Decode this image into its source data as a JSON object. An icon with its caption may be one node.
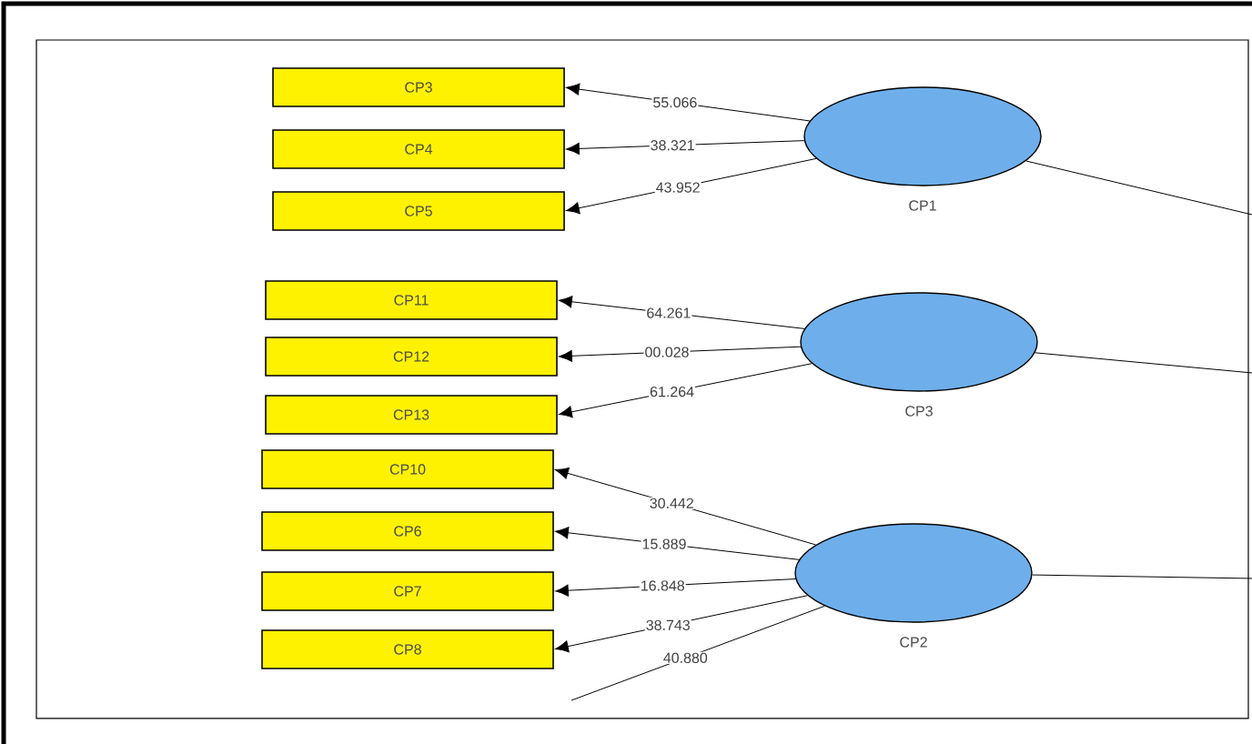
{
  "diagram": {
    "nodes": [
      {
        "text": [
          "CP3"
        ]
      },
      {
        "text": [
          "CP4"
        ]
      },
      {
        "text": [
          "CP5"
        ]
      },
      {
        "text": [
          "CP1"
        ]
      },
      {
        "text": [
          "CP11"
        ]
      },
      {
        "text": [
          "CP12"
        ]
      },
      {
        "text": [
          "CP13"
        ]
      },
      {
        "text": [
          "CP3"
        ]
      },
      {
        "text": [
          "CP10"
        ]
      },
      {
        "text": [
          "CP6"
        ]
      },
      {
        "text": [
          "CP7"
        ]
      },
      {
        "text": [
          "CP8"
        ]
      },
      {
        "text": [
          "CP2"
        ]
      }
    ],
    "edges": [
      {
        "from": 3,
        "to": 0,
        "arrow": "to",
        "label": "55.066"
      },
      {
        "from": 3,
        "to": 1,
        "arrow": "to",
        "label": "38.321"
      },
      {
        "from": 3,
        "to": 2,
        "arrow": "to",
        "label": "43.952"
      },
      {
        "from": 3,
        "to": null,
        "arrow": "none"
      },
      {
        "from": 7,
        "to": 4,
        "arrow": "to",
        "label": "64.261"
      },
      {
        "from": 7,
        "to": 5,
        "arrow": "to",
        "label": "00.028"
      },
      {
        "from": 7,
        "to": 6,
        "arrow": "to",
        "label": "61.264"
      },
      {
        "from": 7,
        "to": null,
        "arrow": "none"
      },
      {
        "from": 12,
        "to": 8,
        "arrow": "to",
        "label": "30.442"
      },
      {
        "from": 12,
        "to": 9,
        "arrow": "to",
        "label": "15.889"
      },
      {
        "from": 12,
        "to": 10,
        "arrow": "to",
        "label": "16.848"
      },
      {
        "from": 12,
        "to": 11,
        "arrow": "to",
        "label": "38.743"
      },
      {
        "from": 12,
        "to": null,
        "arrow": "none",
        "label": "40.880"
      },
      {
        "from": 12,
        "to": null,
        "arrow": "none"
      }
    ]
  }
}
